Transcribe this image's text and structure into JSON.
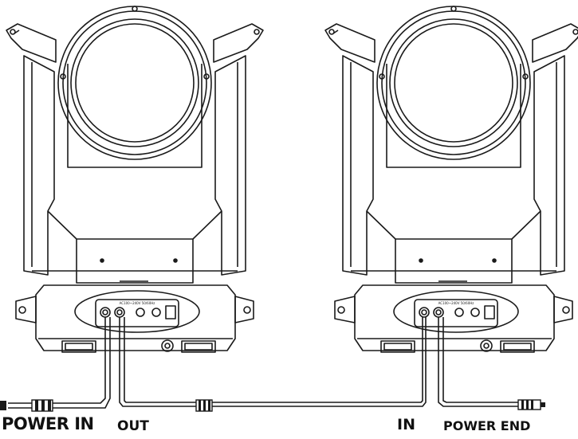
{
  "labels": {
    "power_in": "POWER IN",
    "out": "OUT",
    "in": "IN",
    "power_end": "POWER END"
  },
  "fixtures": [
    {
      "panel_text": "AC100~240V 50/60Hz"
    },
    {
      "panel_text": "AC100~240V 50/60Hz"
    }
  ],
  "colors": {
    "stroke": "#1a1a1a",
    "background": "#ffffff"
  }
}
